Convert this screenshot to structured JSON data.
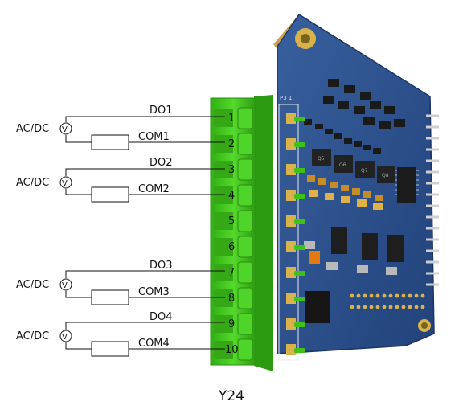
{
  "board": {
    "connector_label": "P3 1",
    "chip_labels": [
      "Q5",
      "Q6",
      "Q7",
      "Q8"
    ]
  },
  "terminals": [
    "1",
    "2",
    "3",
    "4",
    "5",
    "6",
    "7",
    "8",
    "9",
    "10"
  ],
  "channels": [
    {
      "supply": "AC/DC",
      "meter_symbol": "V",
      "do_label": "DO1",
      "com_label": "COM1"
    },
    {
      "supply": "AC/DC",
      "meter_symbol": "V",
      "do_label": "DO2",
      "com_label": "COM2"
    },
    {
      "supply": "AC/DC",
      "meter_symbol": "V",
      "do_label": "DO3",
      "com_label": "COM3"
    },
    {
      "supply": "AC/DC",
      "meter_symbol": "V",
      "do_label": "DO4",
      "com_label": "COM4"
    }
  ],
  "caption": "Y24",
  "colors": {
    "pcb": "#2e4f8a",
    "pcb_dark": "#1c3566",
    "connector": "#3ec21a",
    "connector_dark": "#2b9a10",
    "gold": "#d9b34a"
  }
}
